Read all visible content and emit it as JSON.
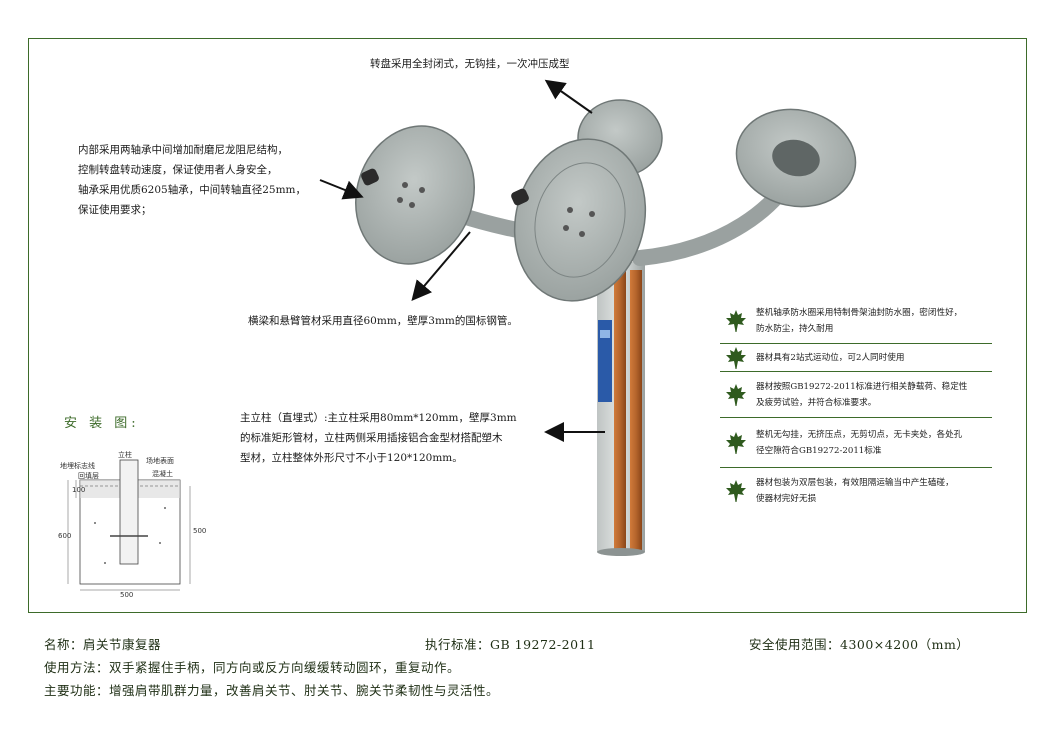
{
  "annotations": {
    "turntable": "转盘采用全封闭式，无钩挂，一次冲压成型",
    "bearing": [
      "内部采用两轴承中间增加耐磨尼龙阻尼结构，",
      "控制转盘转动速度，保证使用者人身安全，",
      "轴承采用优质6205轴承，中间转轴直径25mm，",
      "保证使用要求；"
    ],
    "beam": "横梁和悬臂管材采用直径60mm，壁厚3mm的国标钢管。",
    "column": [
      "主立柱（直埋式）:主立柱采用80mm*120mm，壁厚3mm",
      "的标准矩形管材，立柱两侧采用插接铝合金型材搭配塑木",
      "型材，立柱整体外形尺寸不小于120*120mm。"
    ]
  },
  "features": [
    [
      "整机轴承防水圈采用特制骨架油封防水圈，密闭性好，",
      "防水防尘，持久耐用"
    ],
    [
      "器材具有2站式运动位，可2人同时使用"
    ],
    [
      "器材按照GB19272-2011标准进行相关静载荷、稳定性",
      "及疲劳试验，并符合标准要求。"
    ],
    [
      "整机无勾挂，无挤压点，无剪切点，无卡夹处，各处孔",
      "径空隙符合GB19272-2011标准"
    ],
    [
      "器材包装为双层包装，有效阻隔运输当中产生磕碰，",
      "使器材完好无损"
    ]
  ],
  "installation": {
    "title": "安 装 图:",
    "labels": {
      "column": "立柱",
      "ground_mark": "地埋标志线",
      "backfill": "回填层",
      "surface": "场地表面",
      "concrete": "混凝土",
      "dim_100": "100",
      "dim_600": "600",
      "dim_500_v": "500",
      "dim_500_h": "500"
    }
  },
  "footer": {
    "name": "名称：肩关节康复器",
    "standard": "执行标准：GB 19272-2011",
    "safety_range": "安全使用范围：4300×4200（mm）",
    "usage": "使用方法：双手紧握住手柄，同方向或反方向缓缓转动圆环，重复动作。",
    "function": "主要功能：增强肩带肌群力量，改善肩关节、肘关节、腕关节柔韧性与灵活性。"
  },
  "colors": {
    "frame_green": "#3d6b2a",
    "disc_gray": "#a9b0ae",
    "wood": "#b5652c",
    "sign_blue": "#2a5aa8"
  }
}
